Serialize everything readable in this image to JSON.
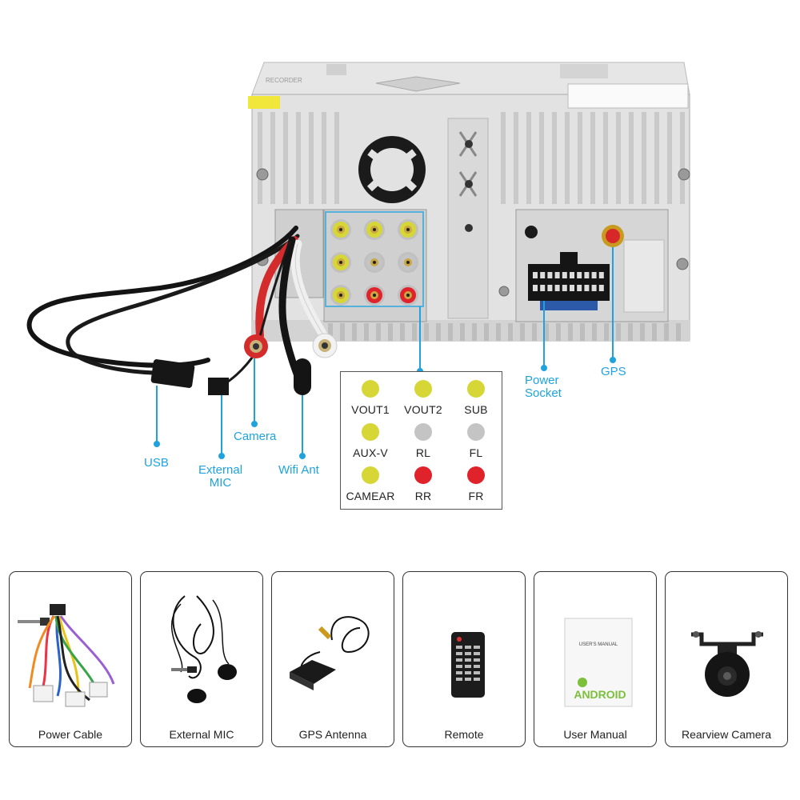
{
  "callouts": {
    "usb": "USB",
    "mic_line1": "External",
    "mic_line2": "MIC",
    "camera": "Camera",
    "wifi": "Wifi Ant",
    "power_line1": "Power",
    "power_line2": "Socket",
    "gps": "GPS"
  },
  "colors": {
    "callout": "#1fa3de",
    "yellow_port": "#d6d637",
    "white_port": "#c4c4c4",
    "red_port": "#e0232a"
  },
  "legend": [
    {
      "label": "VOUT1",
      "color": "yellow"
    },
    {
      "label": "VOUT2",
      "color": "yellow"
    },
    {
      "label": "SUB",
      "color": "yellow"
    },
    {
      "label": "AUX-V",
      "color": "yellow"
    },
    {
      "label": "RL",
      "color": "white"
    },
    {
      "label": "FL",
      "color": "white"
    },
    {
      "label": "CAMEAR",
      "color": "yellow"
    },
    {
      "label": "RR",
      "color": "red"
    },
    {
      "label": "FR",
      "color": "red"
    }
  ],
  "unit": {
    "sticker_text": "RECORDER",
    "manual_title": "USER'S MANUAL",
    "manual_logo": "ANDROID"
  },
  "accessories": [
    {
      "label": "Power Cable",
      "icon": "power-cable-icon"
    },
    {
      "label": "External MIC",
      "icon": "external-mic-icon"
    },
    {
      "label": "GPS Antenna",
      "icon": "gps-antenna-icon"
    },
    {
      "label": "Remote",
      "icon": "remote-control-icon"
    },
    {
      "label": "User Manual",
      "icon": "user-manual-icon"
    },
    {
      "label": "Rearview Camera",
      "icon": "rearview-camera-icon"
    }
  ]
}
